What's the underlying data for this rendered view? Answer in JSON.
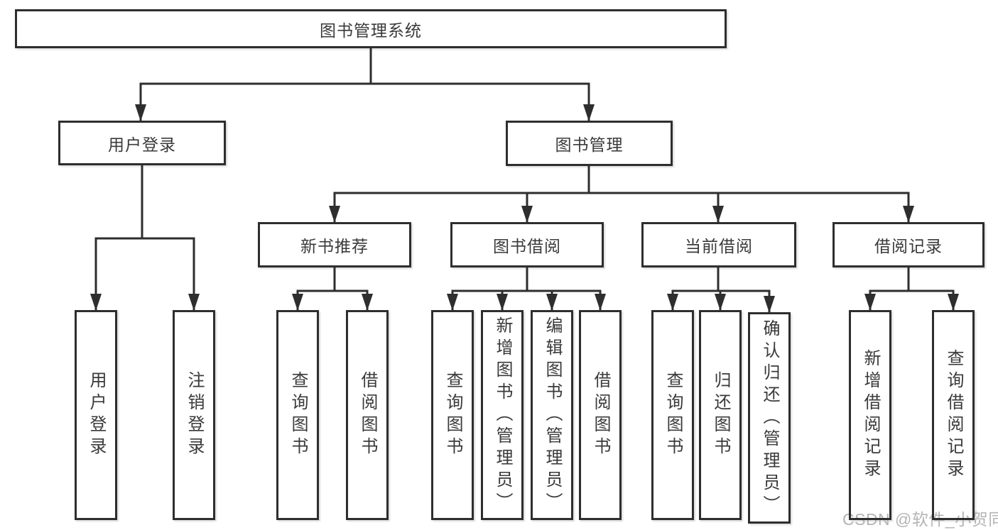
{
  "diagram": {
    "root": "图书管理系统",
    "children": [
      {
        "label": "用户登录",
        "children": [
          {
            "label": "用户登录"
          },
          {
            "label": "注销登录"
          }
        ]
      },
      {
        "label": "图书管理",
        "children": [
          {
            "label": "新书推荐",
            "children": [
              {
                "label": "查询图书"
              },
              {
                "label": "借阅图书"
              }
            ]
          },
          {
            "label": "图书借阅",
            "children": [
              {
                "label": "查询图书"
              },
              {
                "label": "新增图书（管理员）"
              },
              {
                "label": "编辑图书（管理员）"
              },
              {
                "label": "借阅图书"
              }
            ]
          },
          {
            "label": "当前借阅",
            "children": [
              {
                "label": "查询图书"
              },
              {
                "label": "归还图书"
              },
              {
                "label": "确认归还（管理员）"
              }
            ]
          },
          {
            "label": "借阅记录",
            "children": [
              {
                "label": "新增借阅记录"
              },
              {
                "label": "查询借阅记录"
              }
            ]
          }
        ]
      }
    ]
  },
  "watermark": {
    "text": "CSDN @软件_小贺同学"
  },
  "colors": {
    "line": "#2e2e2e",
    "text": "#3a3a3a",
    "watermark": "#b4b4b4",
    "background": "#ffffff"
  }
}
